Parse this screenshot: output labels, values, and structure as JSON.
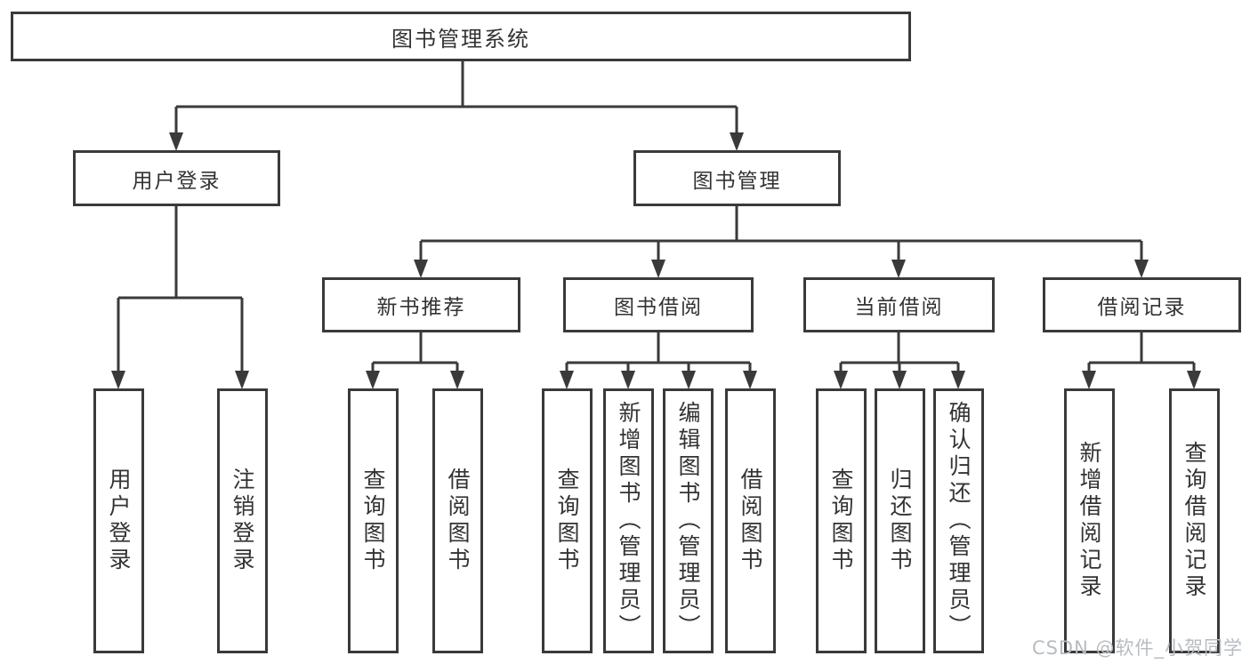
{
  "tree": {
    "root": {
      "label": "图书管理系统"
    },
    "branches": [
      {
        "label": "用户登录",
        "children": [
          {
            "label": "用户登录"
          },
          {
            "label": "注销登录"
          }
        ]
      },
      {
        "label": "图书管理",
        "groups": [
          {
            "label": "新书推荐",
            "children": [
              {
                "label": "查询图书"
              },
              {
                "label": "借阅图书"
              }
            ]
          },
          {
            "label": "图书借阅",
            "children": [
              {
                "label": "查询图书"
              },
              {
                "label": "新增图书（管理员）"
              },
              {
                "label": "编辑图书（管理员）"
              },
              {
                "label": "借阅图书"
              }
            ]
          },
          {
            "label": "当前借阅",
            "children": [
              {
                "label": "查询图书"
              },
              {
                "label": "归还图书"
              },
              {
                "label": "确认归还（管理员）"
              }
            ]
          },
          {
            "label": "借阅记录",
            "children": [
              {
                "label": "新增借阅记录"
              },
              {
                "label": "查询借阅记录"
              }
            ]
          }
        ]
      }
    ]
  },
  "watermark": {
    "text": "CSDN @软件_小贺同学"
  },
  "colors": {
    "line": "#3a3a3a",
    "text": "#333333",
    "box_background": "#ffffff",
    "watermark": "#b8bcc0"
  }
}
